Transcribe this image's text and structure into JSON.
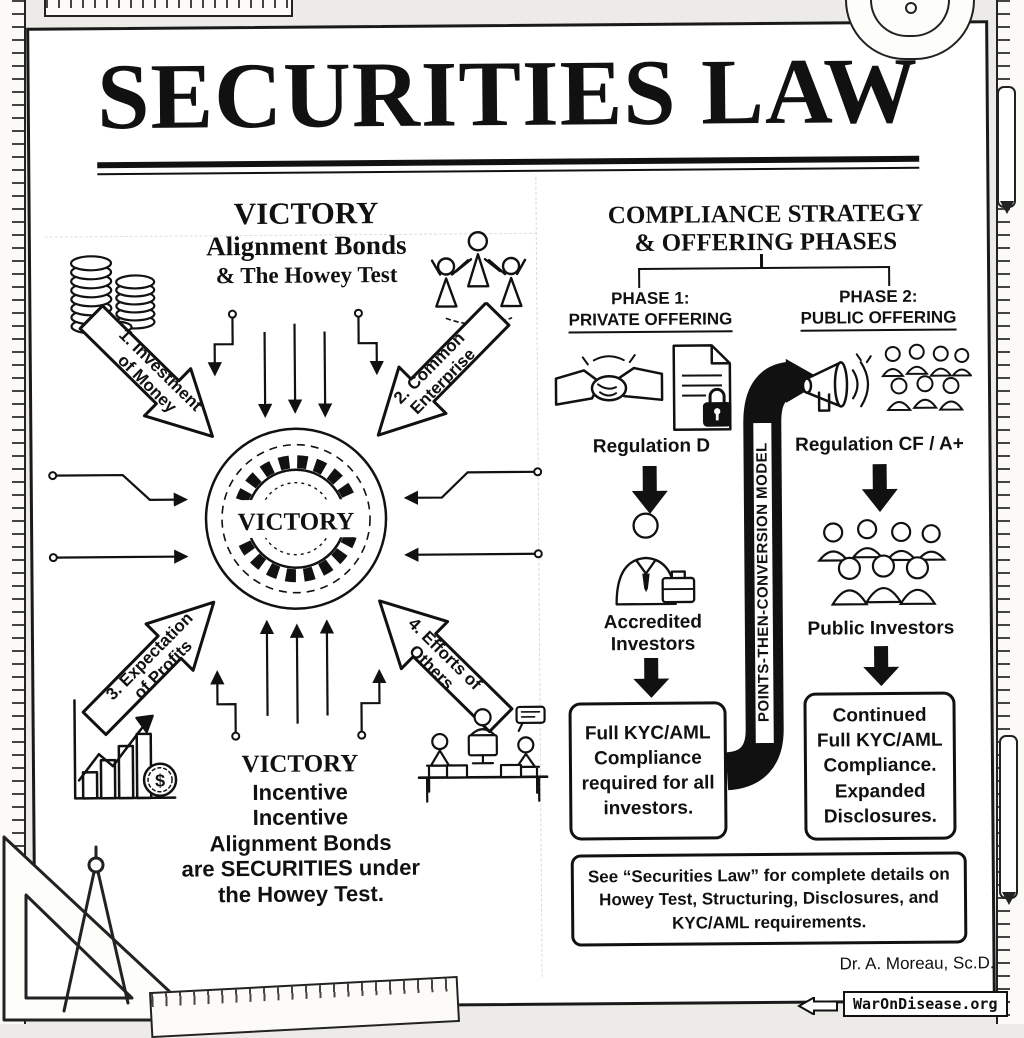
{
  "title": "SECURITIES LAW",
  "left_panel": {
    "heading": {
      "line1": "VICTORY",
      "line2": "Alignment Bonds",
      "line3": "& The Howey Test"
    },
    "hub": {
      "label": "VICTORY"
    },
    "arrows": {
      "a1": {
        "line1": "1. Investment",
        "line2": "of Money"
      },
      "a2": {
        "line1": "2. Common",
        "line2": "Enterprise"
      },
      "a3": {
        "line1": "3. Expectation",
        "line2": "of Profits"
      },
      "a4": {
        "line1": "4. Efforts of",
        "line2": "Others"
      }
    },
    "icons": {
      "dollar_sign": "$"
    },
    "footer": {
      "line1": "VICTORY",
      "line2": "Incentive",
      "line3": "Incentive",
      "line4": "Alignment Bonds",
      "line5": "are SECURITIES under",
      "line6": "the Howey Test."
    }
  },
  "right_panel": {
    "heading": {
      "line1": "COMPLIANCE STRATEGY",
      "line2": "& OFFERING PHASES"
    },
    "phase1": {
      "title_line1": "PHASE 1:",
      "title_line2": "PRIVATE OFFERING",
      "regulation": "Regulation D",
      "investors_line1": "Accredited",
      "investors_line2": "Investors",
      "box": "Full KYC/AML Compliance required for all investors."
    },
    "phase2": {
      "title_line1": "PHASE 2:",
      "title_line2": "PUBLIC OFFERING",
      "regulation": "Regulation CF / A+",
      "investors": "Public Investors",
      "box": "Continued Full KYC/AML Compliance. Expanded Disclosures."
    },
    "conversion_label": "POINTS-THEN-CONVERSION MODEL",
    "note": "See “Securities Law” for complete details on Howey Test, Structuring, Disclosures, and KYC/AML requirements.",
    "credit": "Dr. A. Moreau, Sc.D."
  },
  "watermark": "WarOnDisease.org",
  "colors": {
    "ink": "#111111",
    "paper": "#ffffff",
    "desk": "#ecebe7"
  }
}
